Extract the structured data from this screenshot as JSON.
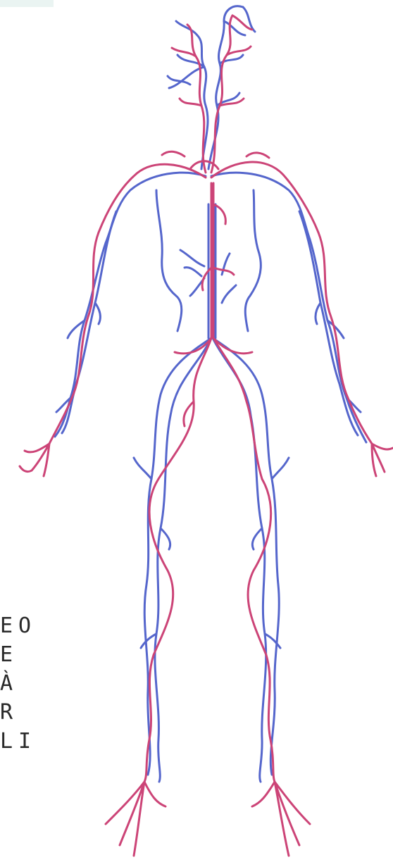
{
  "colors": {
    "artery": "#cc4477",
    "vein": "#5566cc",
    "text": "#2a2a2a",
    "background": "#ffffff"
  },
  "side_text": {
    "line_1": "EO",
    "line_2": "E",
    "line_3": "À",
    "line_4": "R",
    "line_5": "LI"
  }
}
